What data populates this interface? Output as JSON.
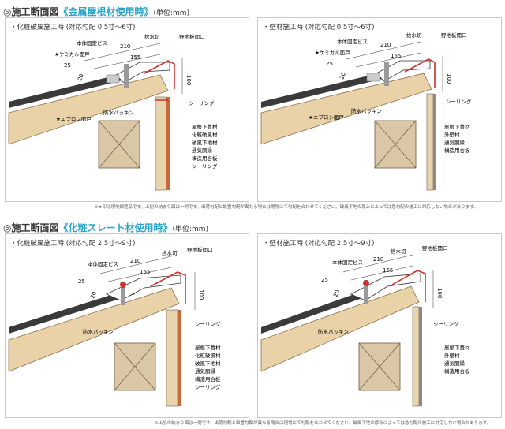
{
  "section1": {
    "title_prefix": "◎施工断面図",
    "title_highlight": "《金属屋根材使用時》",
    "unit": "(単位:mm)",
    "panels": [
      {
        "title": "・化粧破風施工時 (対応勾配 0.5寸〜6寸)",
        "labels": {
          "tag1": "本体固定ビス",
          "tag2": "捨水切",
          "tag3": "野地板開口",
          "tag4": "★ケミカル面戸",
          "tag5": "★エプロン面戸",
          "tag6": "防水パッキン",
          "sealing": "シーリング",
          "d210": "210",
          "d155": "155",
          "d25": "25",
          "d20": "20",
          "d100": "100",
          "list": [
            "屋根下葺材",
            "化粧破風材",
            "破風下地材",
            "通気胴縁",
            "構造用合板",
            "シーリング"
          ]
        }
      },
      {
        "title": "・壁材施工時 (対応勾配 0.5寸〜6寸)",
        "labels": {
          "tag1": "本体固定ビス",
          "tag2": "捨水切",
          "tag3": "野地板開口",
          "tag4": "★ケミカル面戸",
          "tag5": "★エプロン面戸",
          "tag6": "防水パッキン",
          "sealing": "シーリング",
          "d210": "210",
          "d155": "155",
          "d25": "25",
          "d20": "20",
          "d100": "100",
          "list": [
            "屋根下葺材",
            "外壁材",
            "通気胴縁",
            "構造用合板"
          ]
        }
      }
    ],
    "note": "※★印は現地調達品です。上記の納まり図は一例です。出荷勾配と設置勾配が異なる場合は現場にて勾配を合わせてください。破風下地の厚みによっては急勾配の施工に対応しない場合があります。"
  },
  "section2": {
    "title_prefix": "◎施工断面図",
    "title_highlight": "《化粧スレート材使用時》",
    "unit": "(単位:mm)",
    "panels": [
      {
        "title": "・化粧破風施工時 (対応勾配 2.5寸〜9寸)",
        "labels": {
          "tag1": "本体固定ビス",
          "tag2": "捨水切",
          "tag3": "野地板開口",
          "tag6": "防水パッキン",
          "sealing": "シーリング",
          "d210": "210",
          "d155": "155",
          "d25": "25",
          "d20": "20",
          "d100": "100",
          "list": [
            "屋根下葺材",
            "化粧破風材",
            "破風下地材",
            "通気胴縁",
            "構造用合板",
            "シーリング"
          ]
        }
      },
      {
        "title": "・壁材施工時 (対応勾配 2.5寸〜9寸)",
        "labels": {
          "tag1": "本体固定ビス",
          "tag2": "捨水切",
          "tag3": "野地板開口",
          "tag6": "防水パッキン",
          "sealing": "シーリング",
          "d210": "210",
          "d155": "155",
          "d25": "25",
          "d20": "20",
          "d100": "100",
          "list": [
            "屋根下葺材",
            "外壁材",
            "通気胴縁",
            "構造用合板"
          ]
        }
      }
    ],
    "note": "※上記の納まり図は一例です。出荷勾配と設置勾配が異なる場合は現場にて勾配を合わせてください。破風下地の厚みによっては急勾配の施工に対応しない場合があります。"
  }
}
